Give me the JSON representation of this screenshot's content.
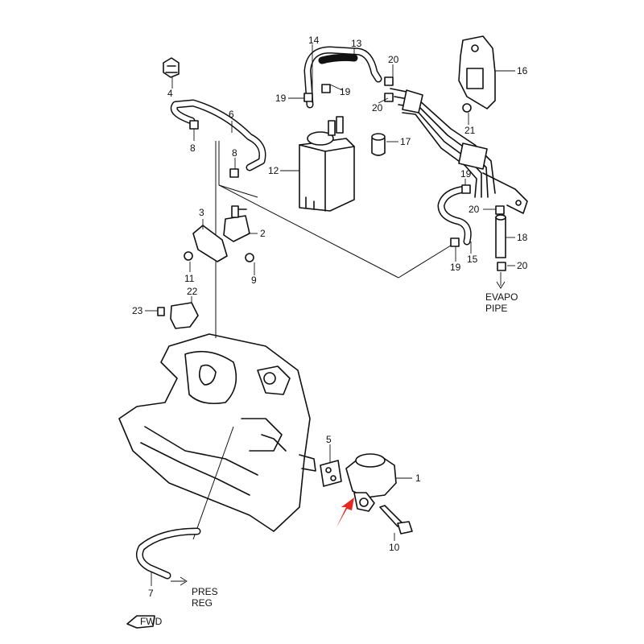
{
  "callouts": {
    "c1": "1",
    "c2": "2",
    "c3": "3",
    "c4": "4",
    "c5": "5",
    "c6": "6",
    "c7": "7",
    "c8a": "8",
    "c8b": "8",
    "c9": "9",
    "c10": "10",
    "c11": "11",
    "c12": "12",
    "c13": "13",
    "c14": "14",
    "c15": "15",
    "c16": "16",
    "c17": "17",
    "c18": "18",
    "c19a": "19",
    "c19b": "19",
    "c19c": "19",
    "c19d": "19",
    "c20a": "20",
    "c20b": "20",
    "c20c": "20",
    "c20d": "20",
    "c21": "21",
    "c22": "22",
    "c23": "23"
  },
  "notes": {
    "evapo_line1": "EVAPO",
    "evapo_line2": "PIPE",
    "pres_line1": "PRES",
    "pres_line2": "REG",
    "fwd": "FWD"
  },
  "colors": {
    "line": "#111111",
    "accent_arrow": "#e8281e",
    "background": "#ffffff"
  }
}
